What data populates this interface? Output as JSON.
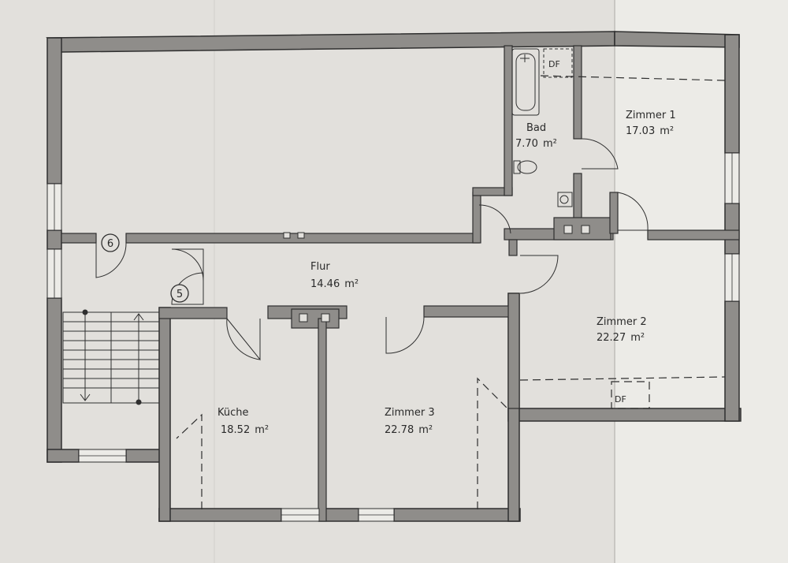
{
  "plan": {
    "rooms": [
      {
        "id": "bad",
        "name": "Bad",
        "area": "7.70",
        "unit": "m²"
      },
      {
        "id": "zimmer1",
        "name": "Zimmer  1",
        "area": "17.03",
        "unit": "m²"
      },
      {
        "id": "flur",
        "name": "Flur",
        "area": "14.46",
        "unit": "m²"
      },
      {
        "id": "zimmer2",
        "name": "Zimmer  2",
        "area": "22.27",
        "unit": "m²"
      },
      {
        "id": "kueche",
        "name": "Küche",
        "area": "18.52",
        "unit": "m²"
      },
      {
        "id": "zimmer3",
        "name": "Zimmer  3",
        "area": "22.78",
        "unit": "m²"
      }
    ],
    "markers": {
      "m6": "6",
      "m5": "5"
    },
    "df_label_bad": "DF",
    "df_label_zimmer2": "DF"
  },
  "colors": {
    "paper_left": "#e4e2de",
    "paper_right": "#eeece8",
    "wall_fill": "#8e8c89",
    "wall_stroke": "#2f2f2f",
    "line": "#333333"
  }
}
